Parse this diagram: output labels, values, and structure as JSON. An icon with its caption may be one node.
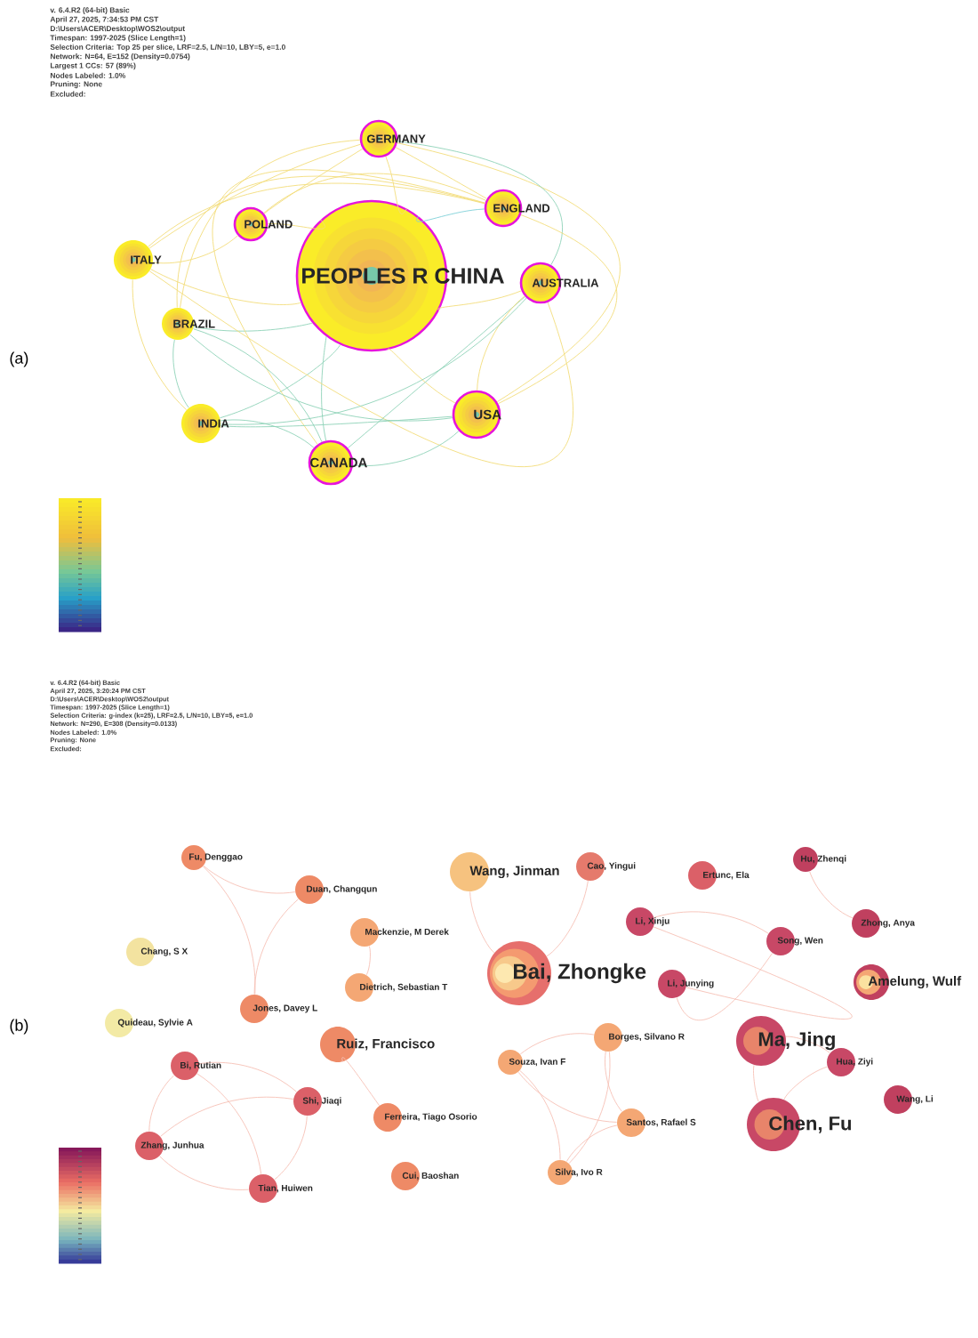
{
  "diagram": {
    "nodes": [
      {
        "text": [
          "GERMANY"
        ]
      },
      {
        "text": [
          "ENGLAND"
        ]
      },
      {
        "text": [
          "POLAND"
        ]
      },
      {
        "text": [
          "ITALY"
        ]
      },
      {
        "text": [
          "PEOPLES R CHINA"
        ]
      },
      {
        "text": [
          "AUSTRALIA"
        ]
      },
      {
        "text": [
          "BRAZIL"
        ]
      },
      {
        "text": [
          "USA"
        ]
      },
      {
        "text": [
          "INDIA"
        ]
      },
      {
        "text": [
          "CANADA"
        ]
      },
      {
        "text": [
          "Fu, Denggao"
        ]
      },
      {
        "text": [
          "Hu, Zhenqi"
        ]
      },
      {
        "text": [
          "Cao, Yingui"
        ]
      },
      {
        "text": [
          "Wang, Jinman"
        ]
      },
      {
        "text": [
          "Ertunc, Ela"
        ]
      },
      {
        "text": [
          "Duan, Changqun"
        ]
      },
      {
        "text": [
          "Li, Xinju"
        ]
      },
      {
        "text": [
          "Zhong, Anya"
        ]
      },
      {
        "text": [
          "Mackenzie, M Derek"
        ]
      },
      {
        "text": [
          "Song, Wen"
        ]
      },
      {
        "text": [
          "Chang, S X"
        ]
      },
      {
        "text": [
          "Bai, Zhongke"
        ]
      },
      {
        "text": [
          "Amelung, Wulf"
        ]
      },
      {
        "text": [
          "Li, Junying"
        ]
      },
      {
        "text": [
          "Dietrich, Sebastian T"
        ]
      },
      {
        "text": [
          "Jones, Davey L"
        ]
      },
      {
        "text": [
          "Quideau, Sylvie A"
        ]
      },
      {
        "text": [
          "Borges, Silvano R"
        ]
      },
      {
        "text": [
          "Ma, Jing"
        ]
      },
      {
        "text": [
          "Ruiz, Francisco"
        ]
      },
      {
        "text": [
          "Souza, Ivan F"
        ]
      },
      {
        "text": [
          "Hua, Ziyi"
        ]
      },
      {
        "text": [
          "Bi, Rutian"
        ]
      },
      {
        "text": [
          "Wang, Li"
        ]
      },
      {
        "text": [
          "Shi, Jiaqi"
        ]
      },
      {
        "text": [
          "Ferreira, Tiago Osorio"
        ]
      },
      {
        "text": [
          "Santos, Rafael S"
        ]
      },
      {
        "text": [
          "Chen, Fu"
        ]
      },
      {
        "text": [
          "Zhang, Junhua"
        ]
      },
      {
        "text": [
          "Silva, Ivo R"
        ]
      },
      {
        "text": [
          "Cui, Baoshan"
        ]
      },
      {
        "text": [
          "Tian, Huiwen"
        ]
      }
    ],
    "edges": [
      {
        "from": 4,
        "to": 0,
        "arrow": "none"
      },
      {
        "from": 4,
        "to": 1,
        "arrow": "none",
        "color": "#7fd0d8"
      },
      {
        "from": 4,
        "to": 2,
        "arrow": "none"
      },
      {
        "from": 4,
        "to": 3,
        "arrow": "none"
      },
      {
        "from": 4,
        "to": 5,
        "arrow": "none"
      },
      {
        "from": 4,
        "to": 6,
        "arrow": "none",
        "color": "#8ed3b8"
      },
      {
        "from": 4,
        "to": 7,
        "arrow": "none"
      },
      {
        "from": 4,
        "to": 8,
        "arrow": "none",
        "color": "#8ed3b8"
      },
      {
        "from": 4,
        "to": 9,
        "arrow": "none",
        "color": "#8ed3b8"
      },
      {
        "from": 0,
        "to": 3,
        "arrow": "none"
      },
      {
        "from": 0,
        "to": 1,
        "arrow": "none"
      },
      {
        "from": 0,
        "to": 2,
        "arrow": "none"
      },
      {
        "from": 0,
        "to": 7,
        "arrow": "none"
      },
      {
        "from": 0,
        "to": 5,
        "arrow": "none",
        "color": "#8ed3b8"
      },
      {
        "from": 0,
        "to": 6,
        "arrow": "none"
      },
      {
        "from": 1,
        "to": 3,
        "arrow": "none"
      },
      {
        "from": 1,
        "to": 2,
        "arrow": "none"
      },
      {
        "from": 1,
        "to": 6,
        "arrow": "none"
      },
      {
        "from": 1,
        "to": 7,
        "arrow": "none"
      },
      {
        "from": 1,
        "to": 9,
        "arrow": "none"
      },
      {
        "from": 5,
        "to": 3,
        "arrow": "none"
      },
      {
        "from": 5,
        "to": 9,
        "arrow": "none",
        "color": "#8ed3b8"
      },
      {
        "from": 5,
        "to": 7,
        "arrow": "none"
      },
      {
        "from": 5,
        "to": 8,
        "arrow": "none",
        "color": "#8ed3b8"
      },
      {
        "from": 6,
        "to": 7,
        "arrow": "none",
        "color": "#8ed3b8"
      },
      {
        "from": 6,
        "to": 9,
        "arrow": "none",
        "color": "#8ed3b8"
      },
      {
        "from": 6,
        "to": 8,
        "arrow": "none",
        "color": "#8ed3b8"
      },
      {
        "from": 8,
        "to": 9,
        "arrow": "none",
        "color": "#8ed3b8"
      },
      {
        "from": 8,
        "to": 7,
        "arrow": "none",
        "color": "#8ed3b8"
      },
      {
        "from": 8,
        "to": 3,
        "arrow": "none"
      },
      {
        "from": 9,
        "to": 7,
        "arrow": "none",
        "color": "#8ed3b8"
      },
      {
        "from": 2,
        "to": 3,
        "arrow": "none"
      },
      {
        "from": 10,
        "to": 15,
        "arrow": "none",
        "color": "#f6c1b5"
      },
      {
        "from": 10,
        "to": 25,
        "arrow": "none",
        "color": "#f6c1b5"
      },
      {
        "from": 15,
        "to": 25,
        "arrow": "none",
        "color": "#f6c1b5"
      },
      {
        "from": 18,
        "to": 24,
        "arrow": "none",
        "color": "#f6c1b5"
      },
      {
        "from": 13,
        "to": 21,
        "arrow": "none",
        "color": "#f6c1b5"
      },
      {
        "from": 12,
        "to": 21,
        "arrow": "none",
        "color": "#f6c1b5"
      },
      {
        "from": 29,
        "to": 35,
        "arrow": "none",
        "color": "#f6c1b5"
      },
      {
        "from": 32,
        "to": 34,
        "arrow": "none",
        "color": "#f6c1b5"
      },
      {
        "from": 32,
        "to": 38,
        "arrow": "none",
        "color": "#f6c1b5"
      },
      {
        "from": 32,
        "to": 41,
        "arrow": "none",
        "color": "#f6c1b5"
      },
      {
        "from": 34,
        "to": 38,
        "arrow": "none",
        "color": "#f6c1b5"
      },
      {
        "from": 34,
        "to": 41,
        "arrow": "none",
        "color": "#f6c1b5"
      },
      {
        "from": 38,
        "to": 41,
        "arrow": "none",
        "color": "#f6c1b5"
      },
      {
        "from": 16,
        "to": 19,
        "arrow": "none",
        "color": "#f6c1b5"
      },
      {
        "from": 16,
        "to": 23,
        "arrow": "none",
        "color": "#f6c1b5"
      },
      {
        "from": 23,
        "to": 19,
        "arrow": "none",
        "color": "#f6c1b5"
      },
      {
        "from": 11,
        "to": 17,
        "arrow": "none",
        "color": "#f6c1b5"
      },
      {
        "from": 30,
        "to": 27,
        "arrow": "none",
        "color": "#f6c1b5"
      },
      {
        "from": 30,
        "to": 36,
        "arrow": "none",
        "color": "#f6c1b5"
      },
      {
        "from": 30,
        "to": 39,
        "arrow": "none",
        "color": "#f6c1b5"
      },
      {
        "from": 27,
        "to": 36,
        "arrow": "none",
        "color": "#f6c1b5"
      },
      {
        "from": 27,
        "to": 39,
        "arrow": "none",
        "color": "#f6c1b5"
      },
      {
        "from": 36,
        "to": 39,
        "arrow": "none",
        "color": "#f6c1b5"
      },
      {
        "from": 28,
        "to": 31,
        "arrow": "none",
        "color": "#f6c1b5"
      },
      {
        "from": 28,
        "to": 37,
        "arrow": "none",
        "color": "#f6c1b5"
      },
      {
        "from": 37,
        "to": 31,
        "arrow": "none",
        "color": "#f6c1b5"
      }
    ],
    "labels": [
      "v. 6.4.R2 (64-bit) Basic",
      "April 27, 2025, 7:34:53 PM CST",
      "D:\\Users\\ACER\\Desktop\\WOS2\\output",
      "Timespan: 1997-2025 (Slice Length=1)",
      "Selection Criteria: Top 25 per slice, LRF=2.5, L/N=10, LBY=5, e=1.0",
      "Network: N=64, E=152 (Density=0.0754)",
      "Largest 1 CCs: 57 (89%)",
      "Nodes Labeled: 1.0%",
      "Pruning: None",
      "Excluded:",
      "(a)",
      "v. 6.4.R2 (64-bit) Basic",
      "April 27, 2025, 3:20:24 PM CST",
      "D:\\Users\\ACER\\Desktop\\WOS2\\output",
      "Timespan: 1997-2025 (Slice Length=1)",
      "Selection Criteria: g-index (k=25), LRF=2.5, L/N=10, LBY=5, e=1.0",
      "Network: N=290, E=308 (Density=0.0133)",
      "Nodes Labeled: 1.0%",
      "Pruning: None",
      "Excluded:",
      "(b)"
    ]
  }
}
